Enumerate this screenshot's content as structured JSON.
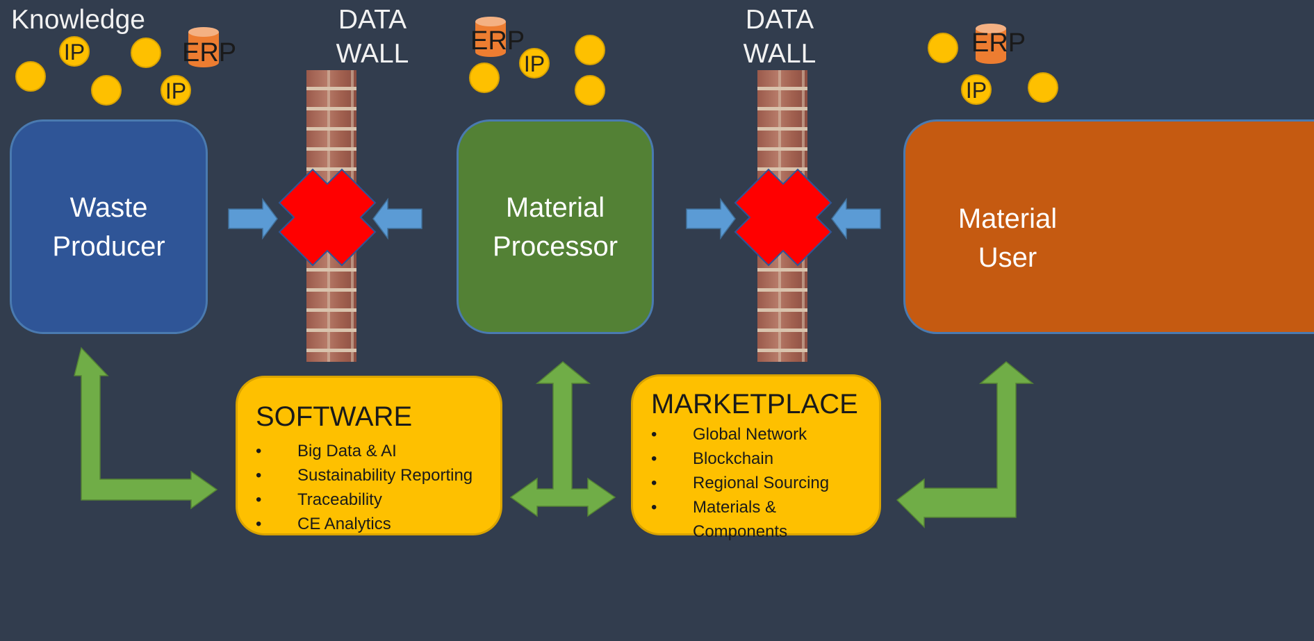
{
  "knowledge_label": "Knowledge",
  "token_ip": "IP",
  "token_erp": "ERP",
  "data_wall_1": [
    "DATA",
    "WALL"
  ],
  "data_wall_2": [
    "DATA",
    "WALL"
  ],
  "stages": [
    {
      "line1": "Waste",
      "line2": "Producer",
      "color": "#2f5597"
    },
    {
      "line1": "Material",
      "line2": "Processor",
      "color": "#538135"
    },
    {
      "line1": "Material",
      "line2": "User",
      "color": "#c55a11"
    }
  ],
  "software": {
    "title": "SOFTWARE",
    "items": [
      "Big Data & AI",
      "Sustainability  Reporting",
      "Traceability",
      "CE Analytics"
    ]
  },
  "marketplace": {
    "title": "MARKETPLACE",
    "items": [
      "Global Network",
      "Blockchain",
      "Regional Sourcing",
      "Materials & Components"
    ]
  },
  "colors": {
    "background": "#323d4e",
    "token": "#fec000",
    "barrier": "#ff0000",
    "arrow_blue": "#5b9bd5",
    "arrow_green": "#70ad47"
  }
}
